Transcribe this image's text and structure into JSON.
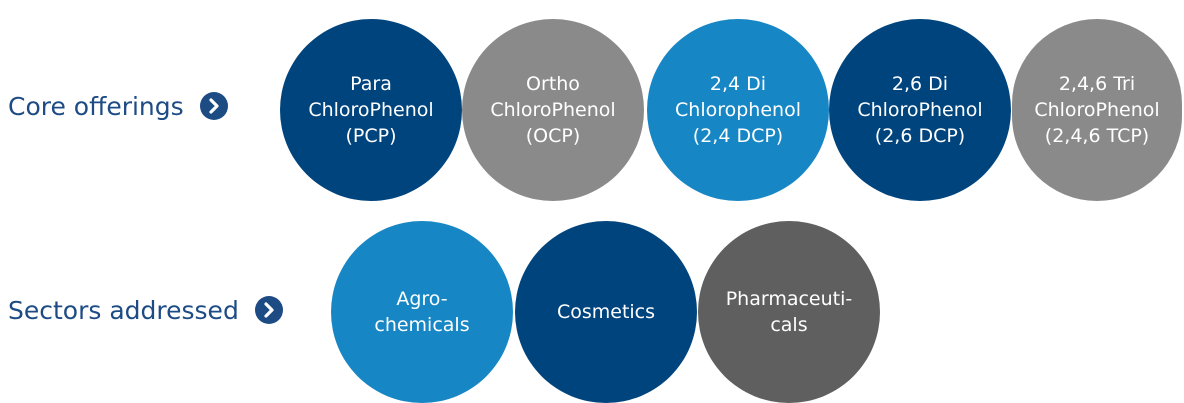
{
  "colors": {
    "dark_blue": "#00447d",
    "grey": "#8a8a8a",
    "light_blue": "#1686c4",
    "dark_grey": "#5f5f5f",
    "label_text": "#1d4b84",
    "arrow_fill": "#1d4b84"
  },
  "core_offerings": {
    "label": "Core offerings",
    "arrow_icon": "chevron-right-circle-icon",
    "items": [
      {
        "text": "Para\nChloroPhenol\n(PCP)",
        "color": "#00447d"
      },
      {
        "text": "Ortho\nChloroPhenol\n(OCP)",
        "color": "#8a8a8a"
      },
      {
        "text": "2,4 Di\nChlorophenol\n(2,4 DCP)",
        "color": "#1686c4"
      },
      {
        "text": "2,6 Di\nChloroPhenol\n(2,6 DCP)",
        "color": "#00447d"
      },
      {
        "text": "2,4,6 Tri\nChloroPhenol\n(2,4,6 TCP)",
        "color": "#8a8a8a"
      }
    ]
  },
  "sectors_addressed": {
    "label": "Sectors addressed",
    "arrow_icon": "chevron-right-circle-icon",
    "items": [
      {
        "text": "Agro-\nchemicals",
        "color": "#1686c4"
      },
      {
        "text": "Cosmetics",
        "color": "#00447d"
      },
      {
        "text": "Pharmaceuti-\ncals",
        "color": "#5f5f5f"
      }
    ]
  }
}
